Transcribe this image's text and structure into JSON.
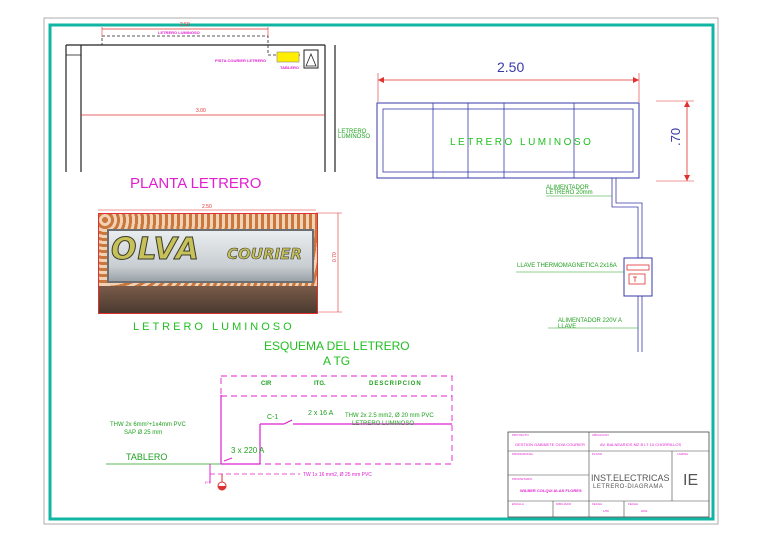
{
  "plan": {
    "dim_top": "2.50",
    "sign_label": "LETRERO LUMINOSO",
    "cabinet_label": "PISTA COURIER LETRERO",
    "board_label": "TABLERO",
    "dim_inner": "3.00",
    "title": "PLANTA LETRERO"
  },
  "elevation": {
    "dim_width": "2.50",
    "dim_height": ".70",
    "sign_text": "LETRERO LUMINOSO",
    "left_note": "LETRERO LUMINOSO",
    "feed_note_1": "ALIMENTADOR LETRERO 20mm",
    "breaker_note": "LLAVE THERMOMAGNETICA 2x16A",
    "feed_note_2": "ALIMENTADOR 220V A LLAVE"
  },
  "photo": {
    "dim_width": "2.50",
    "dim_height": "0.70",
    "brand": "OLVA",
    "brand_sub": "COURIER",
    "caption": "LETRERO LUMINOSO"
  },
  "schematic": {
    "title_line1": "ESQUEMA DEL LETRERO",
    "title_line2": "A TG",
    "col_circuit": "CIR",
    "col_breaker": "ITG.",
    "col_description": "DESCRIPCION",
    "circuit_id": "C-1",
    "breaker_rating": "2 x 16 A",
    "circuit_desc_1": "THW 2x 2.5 mm2, Ø 20 mm PVC",
    "circuit_desc_2": "LETRERO LUMINOSO",
    "main_breaker": "3 x 220 A",
    "feeder_1": "THW 2x 6mm²+1x4mm PVC",
    "feeder_2": "SAP Ø 25 mm",
    "panel_label": "TABLERO",
    "ground_label": "P.T.",
    "ground_cable": "TW 1x 16 mm2, Ø 25 mm PVC"
  },
  "titleblock": {
    "project_label": "PROYECTO",
    "project_value": "GESTION GABINETE OLVA COURIER",
    "location_label": "UBICACION",
    "location_value": "AV. BALNEARIOS MZ B LT 10 CHORRILLOS",
    "professional_label": "PROFESIONAL",
    "plan_label": "PLANO",
    "plan_title_1": "INST.ELECTRICAS",
    "plan_title_2": "LETRERO-DIAGRAMA",
    "sheet_label": "LAMINA",
    "sheet_code": "IE",
    "owner_label": "PROPIETARIO",
    "owner_value": "WILBER COLQUI ALAS FLORES",
    "scale_label": "ESCALA",
    "drawn_label": "DIBUJADO",
    "date_label": "FECHA",
    "scale_value": "1/50",
    "date_value": "2021"
  }
}
